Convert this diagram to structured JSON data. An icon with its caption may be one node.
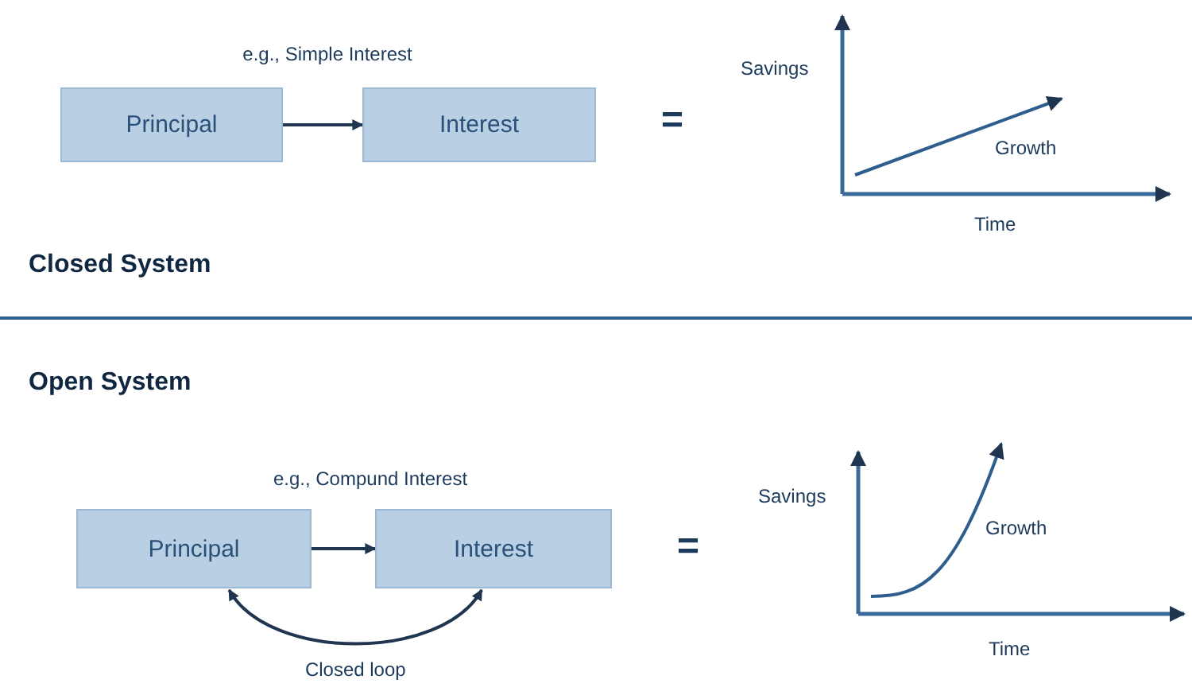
{
  "diagram": {
    "nodes": [
      {
        "text": [
          "Principal"
        ]
      },
      {
        "text": [
          "Interest"
        ]
      },
      {
        "text": [
          "Principal"
        ]
      },
      {
        "text": [
          "Interest"
        ]
      }
    ],
    "edges": [
      {
        "from": 0,
        "to": 1,
        "arrow": "to"
      },
      {
        "from": 2,
        "to": 3,
        "arrow": "to"
      },
      {
        "from": 2,
        "to": 3,
        "arrow": "both",
        "label": "Closed loop"
      }
    ],
    "labels": [
      "e.g., Simple Interest",
      "=",
      "Savings",
      "Growth",
      "Time",
      "Closed System",
      "Open System",
      "e.g., Compund Interest",
      "=",
      "Savings",
      "Growth",
      "Time"
    ]
  }
}
